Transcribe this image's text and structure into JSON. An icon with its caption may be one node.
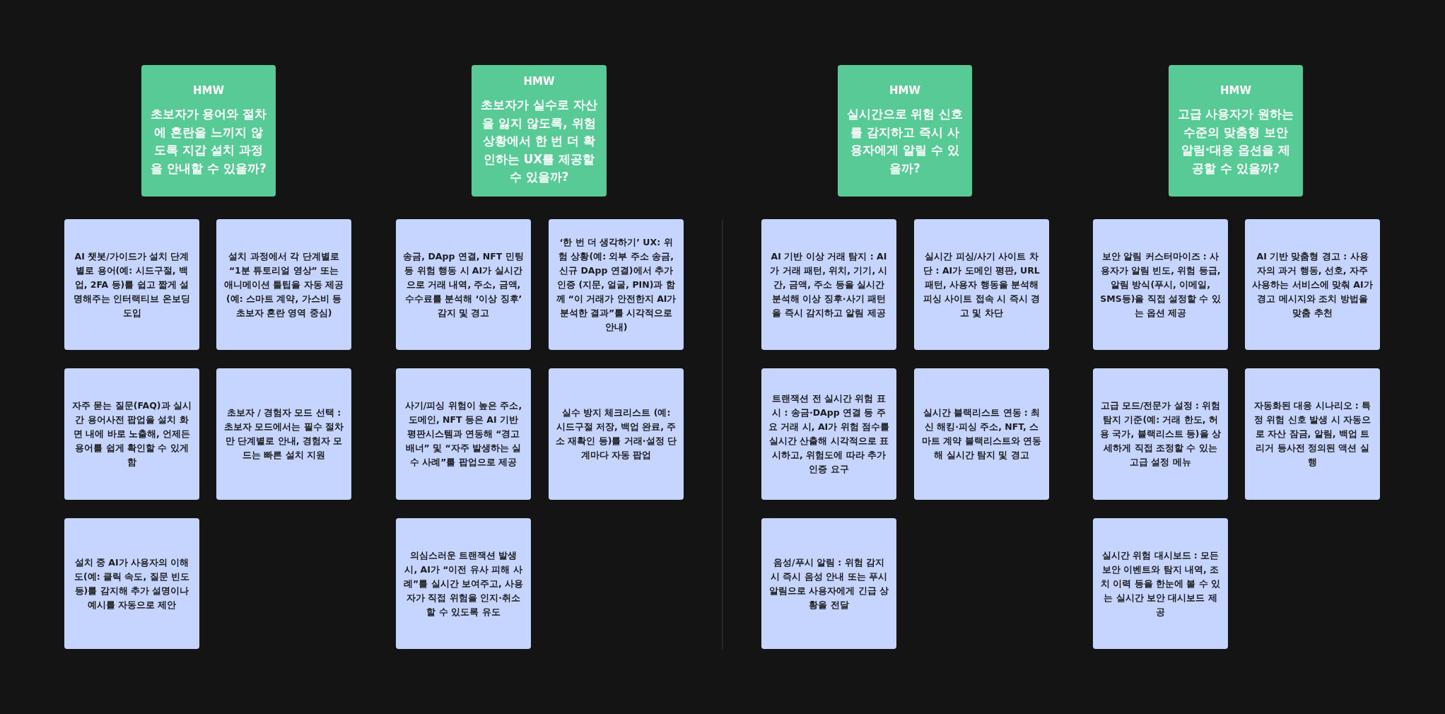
{
  "diagram": {
    "nodes": [
      {
        "text": [
          "HMW",
          "초보자가 용어와 절차에 혼란을 느끼지 않도록 지갑 설치 과정을 안내할 수 있을까?"
        ]
      },
      {
        "text": [
          "AI 챗봇/가이드가 설치 단계별로 용어(예: 시드구절, 백업, 2FA 등)를 쉽고 짧게 설명해주는 인터랙티브 온보딩 도입"
        ]
      },
      {
        "text": [
          "설치 과정에서 각 단계별로 “1분 튜토리얼 영상” 또는 애니메이션 툴팁을 자동 제공 (예: 스마트 계약, 가스비 등 초보자 혼란 영역 중심)"
        ]
      },
      {
        "text": [
          "자주 묻는 질문(FAQ)과 실시간 용어사전 팝업을 설치 화면 내에 바로 노출해, 언제든 용어를 쉽게 확인할 수 있게 함"
        ]
      },
      {
        "text": [
          "초보자 / 경험자 모드 선택 : 초보자 모드에서는 필수 절차만 단계별로 안내, 경험자 모드는 빠른 설치 지원"
        ]
      },
      {
        "text": [
          "설치 중 AI가 사용자의 이해도(예: 클릭 속도, 질문 빈도 등)를 감지해 추가 설명이나 예시를 자동으로 제안"
        ]
      },
      {
        "text": [
          "HMW",
          "초보자가 실수로 자산을 잃지 않도록, 위험 상황에서 한 번 더 확인하는 UX를 제공할 수 있을까?"
        ]
      },
      {
        "text": [
          "송금, DApp 연결, NFT 민팅 등 위험 행동 시 AI가 실시간으로 거래 내역, 주소, 금액, 수수료를 분석해 ‘이상 징후’ 감지 및 경고"
        ]
      },
      {
        "text": [
          "‘한 번 더 생각하기’ UX: 위험 상황(예: 외부 주소 송금, 신규 DApp 연결)에서 추가 인증 (지문, 얼굴, PIN)과 함께 “이 거래가 안전한지 AI가 분석한 결과”를 시각적으로 안내)"
        ]
      },
      {
        "text": [
          "사기/피싱 위험이 높은 주소, 도메인, NFT 등은 AI 기반 평판시스템과 연동해 “경고 배너” 및 “자주 발생하는 실수 사례”를 팝업으로 제공"
        ]
      },
      {
        "text": [
          "실수 방지 체크리스트 (예: 시드구절 저장, 백업 완료, 주소 재확인 등)를 거래·설정 단계마다 자동 팝업"
        ]
      },
      {
        "text": [
          "의심스러운 트랜잭션 발생 시, AI가 “이전 유사 피해 사례”를 실시간 보여주고, 사용자가 직접 위험을 인지·취소할 수 있도록 유도"
        ]
      },
      {
        "text": [
          "HMW",
          "실시간으로 위험 신호를 감지하고 즉시 사용자에게 알릴 수 있을까?"
        ]
      },
      {
        "text": [
          "AI 기반 이상 거래 탐지 : AI가 거래 패턴, 위치, 기기, 시간, 금액, 주소 등을 실시간 분석해 이상 징후·사기 패턴을 즉시 감지하고 알림 제공"
        ]
      },
      {
        "text": [
          "실시간 피싱/사기 사이트 차단 : AI가 도메인 평판, URL 패턴, 사용자 행동을 분석해 피싱 사이트 접속 시 즉시 경고 및 차단"
        ]
      },
      {
        "text": [
          "트랜잭션 전 실시간 위험 표시 : 송금·DApp 연결 등 주요 거래 시, AI가 위험 점수를 실시간 산출해 시각적으로 표시하고, 위험도에 따라 추가 인증 요구"
        ]
      },
      {
        "text": [
          "실시간 블랙리스트 연동 : 최신 해킹·피싱 주소, NFT, 스마트 계약 블랙리스트와 연동해 실시간 탐지 및 경고"
        ]
      },
      {
        "text": [
          "음성/푸시 알림 : 위험 감지 시 즉시 음성 안내 또는 푸시 알림으로 사용자에게 긴급 상황을 전달"
        ]
      },
      {
        "text": [
          "HMW",
          "고급 사용자가 원하는 수준의 맞춤형 보안 알림·대응 옵션을 제공할 수 있을까?"
        ]
      },
      {
        "text": [
          "보안 알림 커스터마이즈 : 사용자가 알림 빈도, 위험 등급, 알림 방식(푸시, 이메일, SMS등)을 직접 설정할 수 있는 옵션 제공"
        ]
      },
      {
        "text": [
          "AI 기반 맞춤형 경고 : 사용자의 과거 행동, 선호, 자주 사용하는 서비스에 맞춰 AI가 경고 메시지와 조치 방법을 맞춤 추천"
        ]
      },
      {
        "text": [
          "고급 모드/전문가 설정 : 위험 탐지 기준(예: 거래 한도, 허용 국가, 블랙리스트 등)을 상세하게 직접 조정할 수 있는 고급 설정 메뉴"
        ]
      },
      {
        "text": [
          "자동화된 대응 시나리오 : 특정 위험 신호 발생 시 자동으로 자산 잠금, 알림, 백업 트리거 등사전 정의된 액션 실행"
        ]
      },
      {
        "text": [
          "실시간 위험 대시보드 : 모든 보안 이벤트와 탐지 내역, 조치 이력 등을 한눈에 볼 수 있는 실시간 보안 대시보드 제공"
        ]
      }
    ]
  }
}
